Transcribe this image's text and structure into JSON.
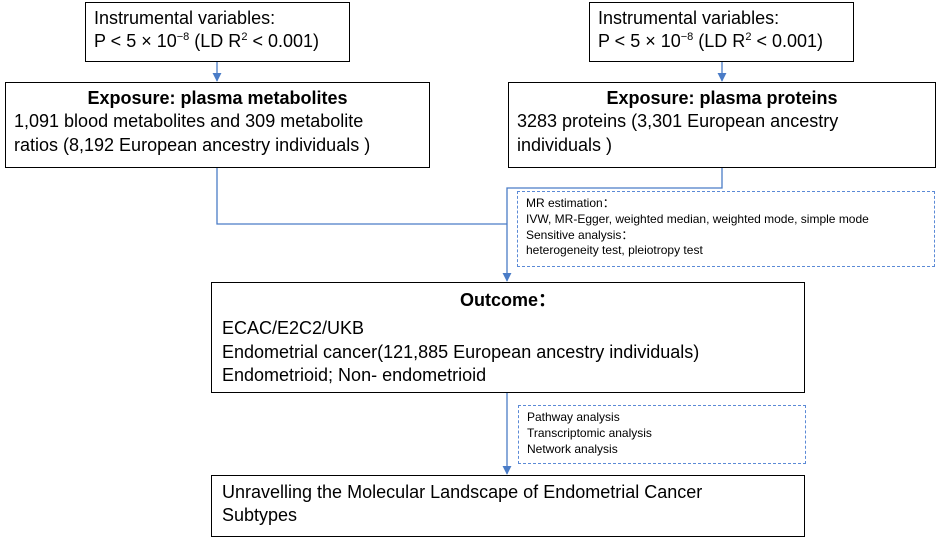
{
  "iv_left": {
    "line1": "Instrumental variables:",
    "line2_pre": "P < 5 × 10",
    "line2_sup": "−8",
    "line2_mid": " (LD R",
    "line2_sup2": "2",
    "line2_post": " < 0.001)"
  },
  "iv_right": {
    "line1": "Instrumental variables:",
    "line2_pre": "P < 5 × 10",
    "line2_sup": "−8",
    "line2_mid": " (LD R",
    "line2_sup2": "2",
    "line2_post": " < 0.001)"
  },
  "exposure_metabolites": {
    "title": "Exposure: plasma metabolites",
    "line1": "1,091 blood metabolites and 309 metabolite",
    "line2": "ratios (8,192 European ancestry individuals )"
  },
  "exposure_proteins": {
    "title": "Exposure: plasma proteins",
    "line1": "3283 proteins (3,301 European ancestry",
    "line2": "individuals )"
  },
  "mr_methods": {
    "line1": "MR estimation：",
    "line2": "IVW, MR-Egger, weighted median, weighted mode, simple mode",
    "line3": "Sensitive analysis：",
    "line4": "heterogeneity test, pleiotropy test"
  },
  "outcome": {
    "title": "Outcome：",
    "line1": "ECAC/E2C2/UKB",
    "line2": "Endometrial cancer(121,885 European ancestry individuals)",
    "line3": "Endometrioid; Non- endometrioid"
  },
  "downstream": {
    "line1": "Pathway analysis",
    "line2": "Transcriptomic analysis",
    "line3": "Network analysis"
  },
  "final": {
    "line1": "Unravelling the Molecular Landscape of Endometrial Cancer",
    "line2": "Subtypes"
  },
  "colors": {
    "arrow": "#4a7cc7",
    "dashed_border": "#5b8ad6",
    "box_border": "#000000"
  }
}
